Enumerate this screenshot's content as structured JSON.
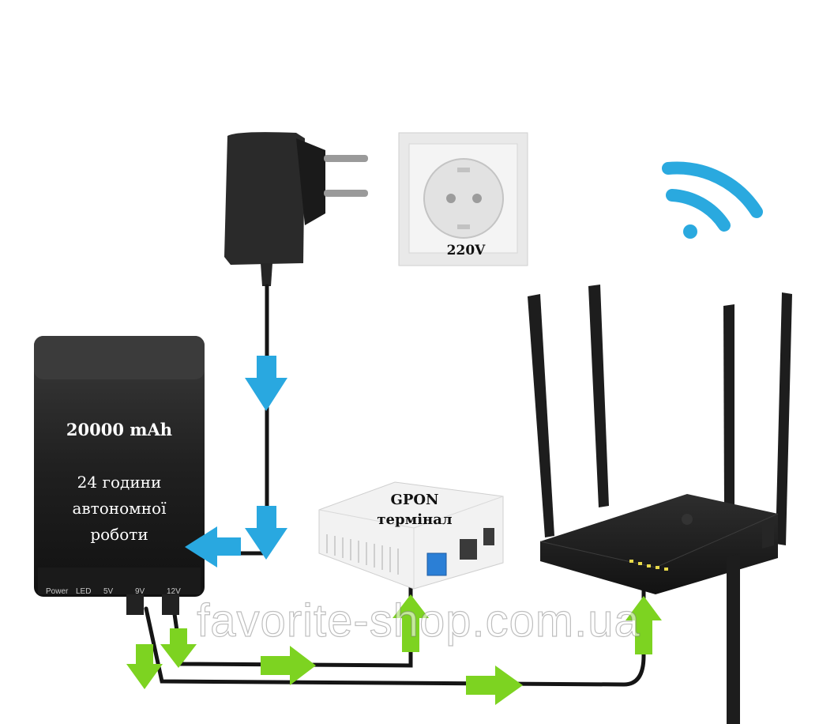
{
  "socket": {
    "voltage_label": "220V"
  },
  "power_bank": {
    "capacity_label": "20000 mAh",
    "runtime_lines": [
      "24 години",
      "автономної",
      "роботи"
    ],
    "ports": [
      "Power",
      "LED",
      "5V",
      "9V",
      "12V"
    ]
  },
  "gpon": {
    "label_lines": [
      "GPON",
      "термінал"
    ]
  },
  "watermark": "favorite-shop.com.ua",
  "colors": {
    "blue_arrow": "#29a8e0",
    "green_arrow": "#7dd321",
    "wifi": "#2aa9df",
    "device_black": "#1f1f1f"
  }
}
